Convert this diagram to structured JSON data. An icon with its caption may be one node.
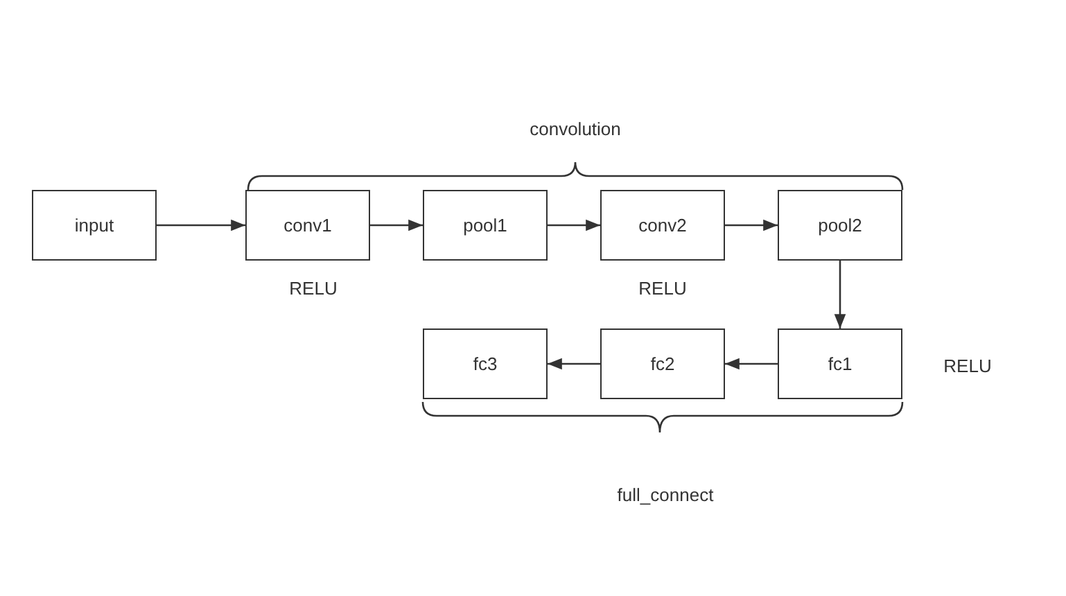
{
  "diagram": {
    "nodes": [
      {
        "text": [
          "input"
        ]
      },
      {
        "text": [
          "conv1"
        ],
        "beside": [
          "RELU"
        ]
      },
      {
        "text": [
          "pool1"
        ]
      },
      {
        "text": [
          "conv2"
        ],
        "beside": [
          "RELU"
        ]
      },
      {
        "text": [
          "pool2"
        ]
      },
      {
        "text": [
          "fc1"
        ],
        "beside": [
          "RELU"
        ]
      },
      {
        "text": [
          "fc2"
        ]
      },
      {
        "text": [
          "fc3"
        ]
      }
    ],
    "edges": [
      {
        "from": 0,
        "to": 1,
        "arrow": "to"
      },
      {
        "from": 1,
        "to": 2,
        "arrow": "to"
      },
      {
        "from": 2,
        "to": 3,
        "arrow": "to"
      },
      {
        "from": 3,
        "to": 4,
        "arrow": "to"
      },
      {
        "from": 4,
        "to": 5,
        "arrow": "to"
      },
      {
        "from": 5,
        "to": 6,
        "arrow": "to"
      },
      {
        "from": 6,
        "to": 7,
        "arrow": "to"
      }
    ],
    "labels": [
      "convolution",
      "full_connect"
    ]
  }
}
